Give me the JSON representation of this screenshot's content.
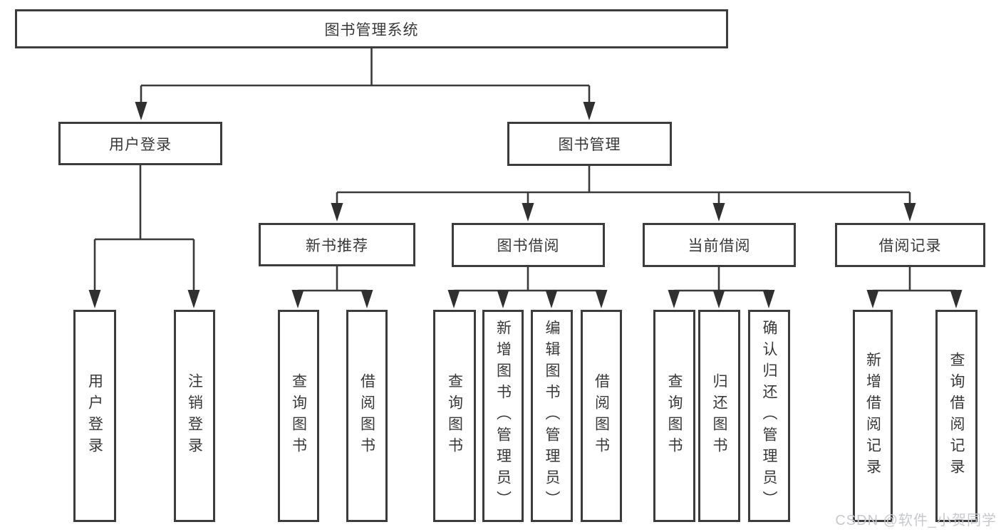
{
  "diagram": {
    "root": {
      "label": "图书管理系统"
    },
    "level2": [
      {
        "label": "用户登录"
      },
      {
        "label": "图书管理"
      }
    ],
    "level3": [
      {
        "label": "新书推荐"
      },
      {
        "label": "图书借阅"
      },
      {
        "label": "当前借阅"
      },
      {
        "label": "借阅记录"
      }
    ],
    "leaves": {
      "user_login": [
        {
          "label": "用户登录"
        },
        {
          "label": "注销登录"
        }
      ],
      "new_books": [
        {
          "label": "查询图书"
        },
        {
          "label": "借阅图书"
        }
      ],
      "book_borrow": [
        {
          "label": "查询图书"
        },
        {
          "label": "新增图书（管理员）"
        },
        {
          "label": "编辑图书（管理员）"
        },
        {
          "label": "借阅图书"
        }
      ],
      "current_borrow": [
        {
          "label": "查询图书"
        },
        {
          "label": "归还图书"
        },
        {
          "label": "确认归还（管理员）"
        }
      ],
      "borrow_records": [
        {
          "label": "新增借阅记录"
        },
        {
          "label": "查询借阅记录"
        }
      ]
    }
  },
  "watermark": {
    "text": "CSDN @软件_小贺同学"
  },
  "colors": {
    "line": "#3a3a3a",
    "box_border": "#3c3c3c",
    "text": "#383838",
    "watermark": "#c7c9cd",
    "background": "#ffffff"
  }
}
